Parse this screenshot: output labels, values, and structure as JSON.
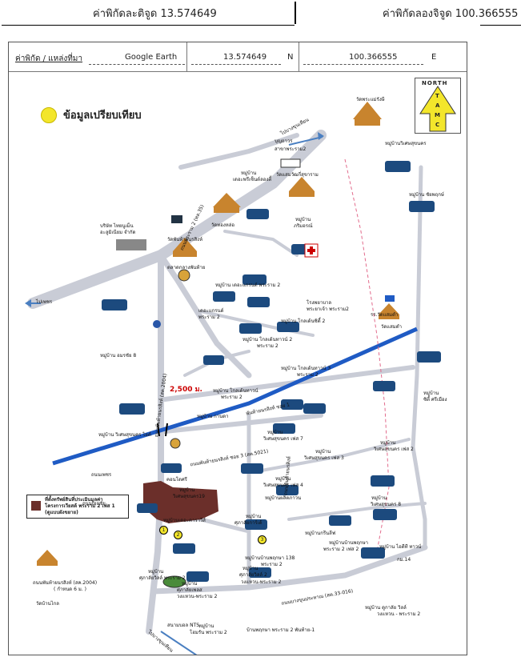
{
  "header": {
    "latitude_label": "ค่าพิกัดละติจูด 13.574649",
    "longitude_label": "ค่าพิกัดลองจิจูด 100.366555"
  },
  "source_row": {
    "label": "ค่าพิกัด / แหล่งที่มา",
    "source": "Google Earth",
    "lat": "13.574649",
    "lat_unit": "N",
    "lng": "100.366555",
    "lng_unit": "E"
  },
  "legend": {
    "title": "ข้อมูลเปรียบเทียบ",
    "box_text_1": "ที่ตั้งทรัพย์สินที่ประเมินมูลค่า",
    "box_text_2": "โครงการเวียสต้ พระราม 2 เฟส 1",
    "box_text_3": "(ดูแบบผังขยาย)"
  },
  "north_arrow": {
    "text": "NORTH",
    "letters": [
      "T",
      "A",
      "M",
      "C"
    ]
  },
  "distance_label": "2,500 ม.",
  "numbers": [
    "1",
    "2",
    "3"
  ],
  "colors": {
    "main_road": "#1f5bc4",
    "roads": "#c9ccd6",
    "subject_site": "#6b2f2a",
    "marker": "#f3e62b",
    "arrow": "#4a7fc1"
  },
  "labels": {
    "to_bkk": "ไปบางขุนเทียน",
    "to_phet": "ไปเพชร",
    "to_bangkhunthien_s": "ไปบางขุนเทียน",
    "temple_1": "วัดพระแม่รังษี",
    "moo_1": "หมู่บ้านวิเศษสุขนคร",
    "moo_2": "หมู่บ้าน ชัยพฤกษ์",
    "bupparam": "บุญถาวร",
    "bupparam2": "สาขาพระราม2",
    "temple_2": "วัดแสมวัฒกี่สุขาราม",
    "moo_3": "หมู่บ้าน",
    "moo_3b": "เดอะพรีเซ็นต์ลองตี้",
    "temple_3": "วัดทองหล่อ",
    "moo_4": "หมู่บ้าน",
    "moo_4b": "ภริมอรณ์",
    "company": "บริษัท ไทยนูเม็น",
    "company2": "อะลูมิเนียม จำกัด",
    "road_35": "ถนนพระราม 2 (ทล.35)",
    "temple_4": "วัดพันท้ายนรสิงห์",
    "market": "ตลาดกลางพันท้าย",
    "moo_5": "หมู่บ้าน เดอะแกรนด์ พระราม 2",
    "hospital": "โรงพยาบาล",
    "hospital2": "พระยาเจ้า พระราม2",
    "grand": "เดอะแกรนด์",
    "grand2": "พระราม 2",
    "moo_6": "หมู่บ้าน โกลเด้นซิตี้ 2",
    "moo_7": "หมู่บ้าน โกลเด้นทาวน์ 2",
    "moo_7b": "พระราม 2",
    "school": "รร.วัดแสมดำ",
    "temple_5": "วัดแสมดำ",
    "moo_8": "หมู่บ้าน อมรชัย 8",
    "moo_9": "หมู่บ้าน โกลเด้นทาวน์ 3",
    "moo_9b": "พระราม 2",
    "road_2004": "ถนนพันท้ายนรสิงห์ (สค.2004)",
    "moo_10": "หมู่บ้าน โกลเด้นทาวน์",
    "moo_10b": "พระราม 2",
    "moo_11": "หมู่บ้าน กานดา",
    "soi1": "พันท้ายนรสิงห์ ซอย 1",
    "moo_12": "หมู่บ้าน",
    "moo_12b": "ซิตี้ ศรีเมือง",
    "moo_13": "หมู่บ้าน วิเศษสุขนคร ไฮด์",
    "moo_14": "หมู่บ้าน",
    "moo_14b": "วิเศษสุขนคร เฟส 7",
    "moo_15": "หมู่บ้าน",
    "moo_15b": "วิเศษสุขนคร เฟส 2",
    "road_3": "ถนนพันท้ายนรสิงห์ ซอย 3 (สค.5021)",
    "moo_16": "หมู่บ้าน",
    "moo_16b": "วิเศษสุขนคร เฟส 3",
    "soi3": "ถนนพันท้ายนรสิงห์",
    "moo_17": "หมู่บ้าน",
    "moo_17b": "วิเศษสุขนคร เฟส 4",
    "phet_road": "ถนนเพชร",
    "moo_18": "คอนโดศรี",
    "moo_19": "หมู่บ้าน",
    "moo_19b": "วิเศษสุขนคร19",
    "moo_20": "หมู่บ้านผลิตภาวน",
    "moo_21": "หมู่บ้าน",
    "moo_21b": "วิเศษสุขนคร 8",
    "road_ekachai": "ถนนเอกชัย",
    "moo_22": "หมู่บ้านเดอะคาราวีส์",
    "moo_23": "หมู่บ้าน",
    "moo_23b": "ศุภาลัยการ์เด้",
    "moo_24": "หมู่บ้านกรีนลีฟ",
    "moo_25": "หมู่บ้านบ้านพฤกษา",
    "moo_25b": "พระราม 2 เฟส 2",
    "moo_26": "หมู่บ้าน ไอดีที ทาวน์",
    "moo_26b": "กม.14",
    "moo_27": "หมู่บ้านบ้านพฤกษา 138",
    "moo_27b": "พระราม 2",
    "moo_28": "หมู่บ้าน",
    "moo_28b": "ศุภาลัยวิลล์ พระราม 2",
    "moo_29": "หมู่บ้าน",
    "moo_29b": "ศุภาลัยวิลล์ 2",
    "moo_30": "หมู่บ้าน",
    "moo_30b": "ศุภาลัยเพลส",
    "moo_30c": "วงแหวน-พระราม 2",
    "moo_31": "วงแหวน-พระราม 2",
    "road_033": "ถนนบางขุนประหาณ (สค.33-016)",
    "road_2004b": "ถนนพันท้ายนรสิงห์ (สค.2004)",
    "road_2004c": "( กำหนด 6 ม. )",
    "temple_6": "วัดบ้านไกล",
    "stadium": "สนามบอล NTS",
    "moo_32": "หมู่บ้าน",
    "moo_32b": "โฮมรัน พระราม 2",
    "moo_33": "บ้านพฤกษา พระราม 2 พันท้าย-1",
    "moo_34": "หมู่บ้าน ดูกาลัย วิลล์",
    "moo_34b": "วงแหวน - พระราม 2"
  }
}
